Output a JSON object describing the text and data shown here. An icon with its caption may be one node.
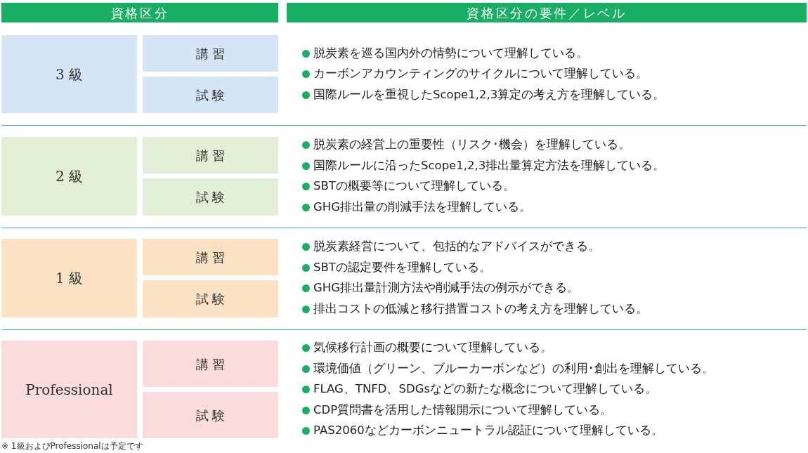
{
  "diagram": {
    "nodes": [
      {
        "text": [
          "資格区分"
        ]
      },
      {
        "text": [
          "資格区分の要件／レベル"
        ]
      },
      {
        "text": [
          "3 級"
        ],
        "beside": [
          "脱炭素を巡る国内外の情勢について理解している。",
          "カーボンアカウンティングのサイクルについて理解している。",
          "国際ルールを重視したScope1,2,3算定の考え方を理解している。"
        ]
      },
      {
        "text": [
          "講 習"
        ]
      },
      {
        "text": [
          "試 験"
        ]
      },
      {
        "text": [
          "2 級"
        ],
        "beside": [
          "脱炭素の経営上の重要性（リスク･機会）を理解している。",
          "国際ルールに沿ったScope1,2,3排出量算定方法を理解している。",
          "SBTの概要等について理解している。",
          "GHG排出量の削減手法を理解している。"
        ]
      },
      {
        "text": [
          "講 習"
        ]
      },
      {
        "text": [
          "試 験"
        ]
      },
      {
        "text": [
          "1 級"
        ],
        "beside": [
          "脱炭素経営について、包括的なアドバイスができる。",
          "SBTの認定要件を理解している。",
          "GHG排出量計測方法や削減手法の例示ができる。",
          "排出コストの低減と移行措置コストの考え方を理解している。"
        ]
      },
      {
        "text": [
          "講 習"
        ]
      },
      {
        "text": [
          "試 験"
        ]
      },
      {
        "text": [
          "Professional"
        ],
        "beside": [
          "気候移行計画の概要について理解している。",
          "環境価値（グリーン、ブルーカーボンなど）の利用･創出を理解している。",
          "FLAG、TNFD、SDGsなどの新たな概念について理解している。",
          "CDP質問書を活用した情報開示について理解している。",
          "PAS2060などカーボンニュートラル認証について理解している。"
        ]
      },
      {
        "text": [
          "講 習"
        ]
      },
      {
        "text": [
          "試 験"
        ]
      }
    ],
    "edges": [],
    "labels": [
      "※ 1級およびProfessionalは予定です"
    ]
  }
}
